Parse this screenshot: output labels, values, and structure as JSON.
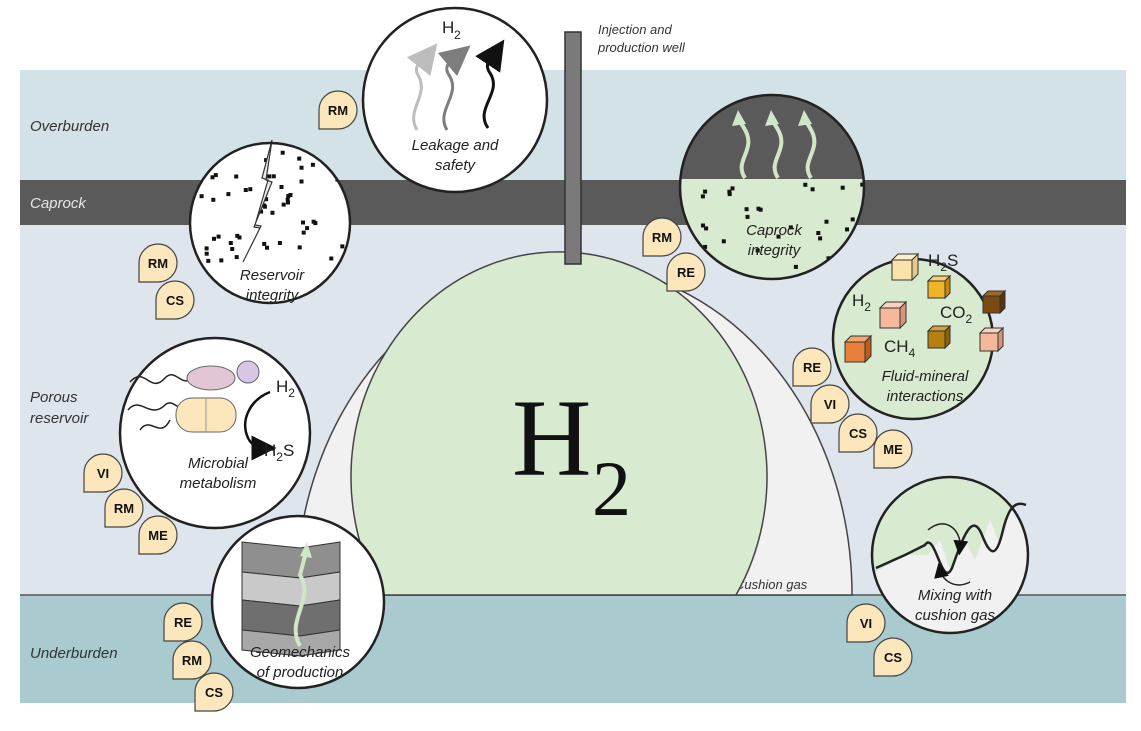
{
  "layers": {
    "overburden": "Overburden",
    "caprock": "Caprock",
    "porous_reservoir_line1": "Porous",
    "porous_reservoir_line2": "reservoir",
    "underburden": "Underburden"
  },
  "well": {
    "label_line1": "Injection and",
    "label_line2": "production well"
  },
  "central": {
    "symbol": "H",
    "subscript": "2",
    "cushion_gas": "Cushion gas"
  },
  "processes": {
    "leakage": {
      "line1": "Leakage and",
      "line2": "safety",
      "gas": "H",
      "gas_sub": "2",
      "tags": [
        "RM"
      ]
    },
    "reservoir": {
      "line1": "Reservoir",
      "line2": "integrity",
      "tags": [
        "RM",
        "CS"
      ]
    },
    "caprock": {
      "line1": "Caprock",
      "line2": "integrity",
      "tags": [
        "RM",
        "RE"
      ]
    },
    "fluid": {
      "line1": "Fluid-mineral",
      "line2": "interactions",
      "h2s": "H",
      "h2s_sub": "2",
      "h2s_tail": "S",
      "h2": "H",
      "h2_sub": "2",
      "co2": "CO",
      "co2_sub": "2",
      "ch4": "CH",
      "ch4_sub": "4",
      "tags": [
        "RE",
        "VI",
        "CS",
        "ME"
      ]
    },
    "microbial": {
      "line1": "Microbial",
      "line2": "metabolism",
      "h2": "H",
      "h2_sub": "2",
      "h2s": "H",
      "h2s_sub": "2",
      "h2s_tail": "S",
      "tags": [
        "VI",
        "RM",
        "ME"
      ]
    },
    "geomechanics": {
      "line1": "Geomechanics",
      "line2": "of production",
      "tags": [
        "RE",
        "RM",
        "CS"
      ]
    },
    "mixing": {
      "line1": "Mixing with",
      "line2": "cushion gas",
      "tags": [
        "VI",
        "CS"
      ]
    }
  },
  "colors": {
    "overburden": "#d3e2e7",
    "caprock": "#5a5a5a",
    "reservoir": "#dfe5ed",
    "underburden": "#a9cbd0",
    "hydrogen": "#d8ebd0",
    "cushion": "#f1f1f1",
    "tag": "#fbe7bb",
    "well": "#7a7a7a",
    "green_arrow": "#cfe6c7"
  }
}
